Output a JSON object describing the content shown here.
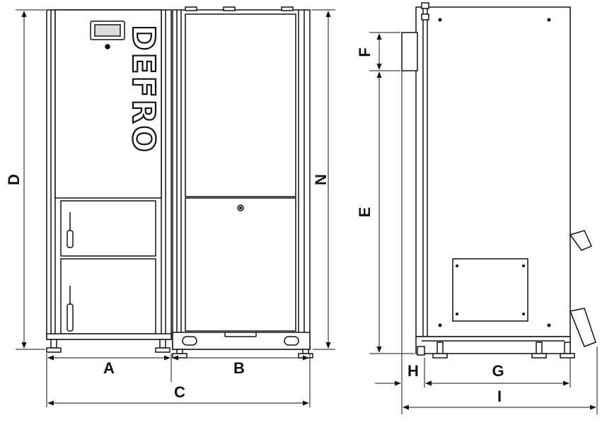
{
  "brand": "DEFRO",
  "dimension_labels": {
    "A": "A",
    "B": "B",
    "C": "C",
    "D": "D",
    "E": "E",
    "F": "F",
    "G": "G",
    "H": "H",
    "I": "I",
    "N": "N"
  }
}
